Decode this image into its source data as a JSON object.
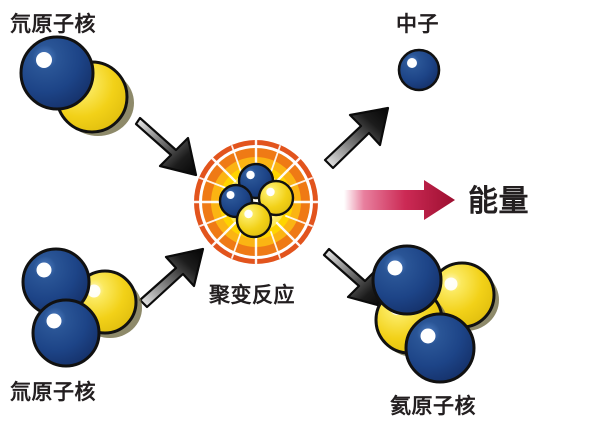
{
  "diagram": {
    "title": "Nuclear fusion reaction diagram",
    "background_color": "#ffffff",
    "labels": {
      "deuterium_nucleus": "氘原子核",
      "tritium_nucleus": "氚原子核",
      "neutron": "中子",
      "fusion_reaction": "聚变反应",
      "helium_nucleus": "氦原子核",
      "energy": "能量"
    },
    "colors": {
      "proton_blue": "#1d4487",
      "proton_blue_dark": "#132f5e",
      "neutron_yellow": "#f2d118",
      "neutron_yellow_dark": "#8d8a4a",
      "outline": "#1a1a1a",
      "burst_outer": "#e2541d",
      "burst_mid": "#f59a12",
      "burst_inner": "#ffd400",
      "burst_core": "#fff7b0",
      "arrow_dark": "#101010",
      "arrow_light": "#e8e8e8",
      "energy_arrow": "#b4123c",
      "text": "#231f20"
    },
    "particles": {
      "deuterium": {
        "label_key": "deuterium_nucleus",
        "proton_count": 1,
        "neutron_count": 1,
        "total": 2
      },
      "tritium": {
        "label_key": "tritium_nucleus",
        "proton_count": 2,
        "neutron_count": 1,
        "total": 3
      },
      "helium": {
        "label_key": "helium_nucleus",
        "proton_count": 2,
        "neutron_count": 2,
        "total": 4
      },
      "free_neutron": {
        "label_key": "neutron",
        "proton_count": 0,
        "neutron_count": 1,
        "total": 1
      },
      "fusion_core": {
        "label_key": "fusion_reaction",
        "proton_count": 2,
        "neutron_count": 2,
        "total": 4
      }
    },
    "arrows": {
      "deuterium_in": "gray-gradient-arrow-down-right",
      "tritium_in": "gray-gradient-arrow-up-right",
      "neutron_out": "gray-gradient-arrow-up-right",
      "helium_out": "gray-gradient-arrow-down-right",
      "energy_out": "red-gradient-arrow-right"
    }
  }
}
